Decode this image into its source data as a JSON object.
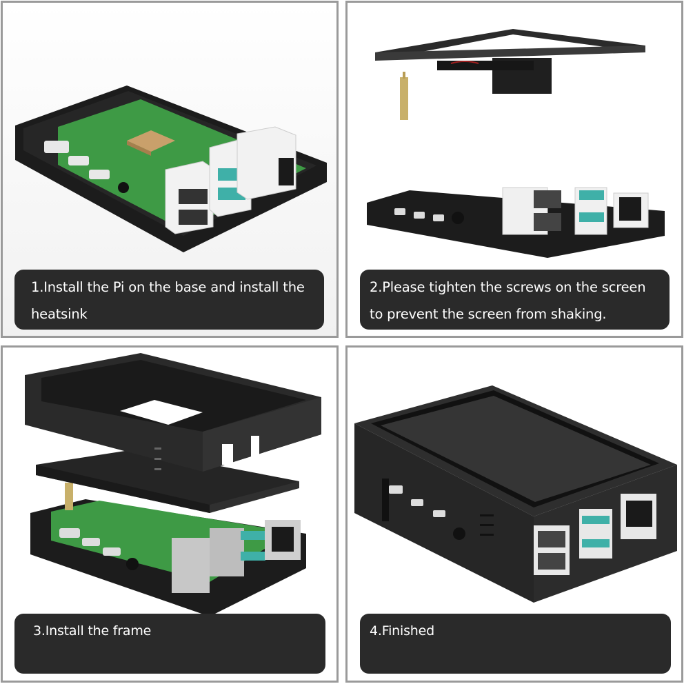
{
  "steps": [
    {
      "number": 1,
      "caption": "1.Install the Pi on the base and install the heatsink",
      "illustration": "raspberry-pi-board-in-black-case-base-with-heatsink"
    },
    {
      "number": 2,
      "caption": "2.Please tighten the screws on the screen to prevent the screen from shaking.",
      "illustration": "screen-with-fan-above-case-base-and-brass-standoff"
    },
    {
      "number": 3,
      "caption": "3.Install the frame",
      "illustration": "exploded-view-frame-screen-standoff-base"
    },
    {
      "number": 4,
      "caption": "4.Finished",
      "illustration": "assembled-black-case-with-screen"
    }
  ],
  "colors": {
    "panel_border": "#9a9a9a",
    "caption_bg": "#2a2a2a",
    "caption_text": "#ffffff",
    "case_black": "#1e1e1e",
    "pcb_green": "#3e9a45",
    "usb3_teal": "#3fb0a8",
    "heatsink_gold": "#c9a06b",
    "brass": "#c8b06a"
  }
}
